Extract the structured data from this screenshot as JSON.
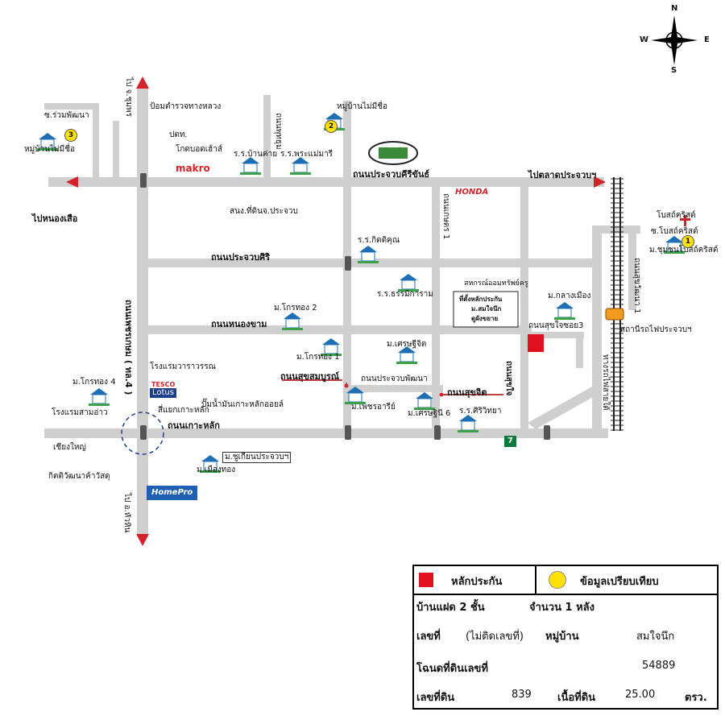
{
  "compass": {
    "n": "N",
    "s": "S",
    "e": "E",
    "w": "W"
  },
  "roads": {
    "prachuap_khiri_khan": "ถนนประจวบคีรีขันธ์",
    "prachuap_siri": "ถนนประจวบศิริ",
    "nong_kham": "ถนนหนองขาม",
    "kao_lak": "ถนนเกาะหลัก",
    "sukhumvit": "ถนนสุขจิต",
    "suk_somboon": "ถนนสุขสมบูรณ์",
    "prachuap_phatthana": "ถนนประจวบพัฒนา",
    "phetkasem": "ถนนเพชรเกษม ( ทล.4 )",
    "sukchai": "ถนนสุขใจ",
    "sukchai_soi3": "ถนนสุขใจซอย3",
    "to_ban_krut_road": "ถนนพุทธุม",
    "rail": "ทางรถไฟสายใต้",
    "soi_1": "ถนนเกษตร 1",
    "soi_2": "ถนนสุขวัฒนา 1"
  },
  "directions": {
    "north": "ไป จ.ชุมพร",
    "south": "ไป อ.หัวหิน",
    "east": "ไปตลาดประจวบฯ",
    "west": "ไปหนองเสือ"
  },
  "places": {
    "police": "ป้อมตำรวจทางหลวง",
    "ptt": "ปตท.",
    "warehouse": "โกดบอดเฮ้าส์",
    "makro": "makro",
    "school_banki": "ร.ร.บ้านค่าย",
    "school_pramae": "ร.ร.พระแม่มารี",
    "office": "สนง.ที่ดินจ.ประจวบ",
    "village_nochue_2": "หมู่บ้านไม่มีชื่อ",
    "village_nochue_3": "หมู่บ้านไม่มีชื่อ",
    "soi_ruam": "ซ.ร่วมพัฒนา",
    "school_kitkhun": "ร.ร.กิตติคุณ",
    "honda": "HONDA",
    "coop": "สหกรณ์ออมทรัพย์ครู",
    "church": "โบสถ์คริสต์",
    "soi_church": "ซ.โบสถ์คริสต์",
    "moo_church": "ม.ชุมชนโบสถ์คริสต์",
    "school_thammikaram": "ร.ร.ธรรมิการาม",
    "klang_muang": "ม.กลางเมือง",
    "krathong_2": "ม.โกรทอง 2",
    "krathong_1": "ม.โกรทอง 1",
    "setthi_jit": "ม.เศรษฐีจิต",
    "hotel_wararom": "โรงแรมวาราวรรณ",
    "tesco": "TESCO",
    "lotus": "Lotus",
    "krathong_4": "ม.โกรทอง 4",
    "hotel_samao": "โรงแรมสามอ่าว",
    "junction": "สี่แยกเกาะหลัก",
    "gas_station": "ปั๊มน้ำมันเกาะหลักออยล์",
    "phetcharari": "ม.เพชรอารีย์",
    "setthini": "ม.เศรษฐินี 6",
    "school_siri": "ร.ร.ศิริวิทยา",
    "station": "สถานีรถไฟประจวบฯ",
    "chiangyai": "เชียงใหญ่",
    "kitti": "กิตติวัฒนาค้าวัสดุ",
    "samut": "ม.ชูเกียนประจวบฯ",
    "muang_thong": "ม.เมืองทอง",
    "homepro": "HomePro",
    "seven": "7",
    "site_note_1": "ที่ตั้งหลักประกัน",
    "site_note_2": "ม.สมใจนึก",
    "site_note_3": "ดูผังขยาย",
    "badge_1": "1",
    "badge_2": "2",
    "badge_3": "3"
  },
  "legend": {
    "collateral": "หลักประกัน",
    "comparison": "ข้อมูลเปรียบเทียบ",
    "house_type": "บ้านแฝด 2 ชั้น",
    "count_label": "จำนวน 1 หลัง",
    "number_label": "เลขที่",
    "number_value": "(ไม่ติดเลขที่)",
    "village_label": "หมู่บ้าน",
    "village_value": "สมใจนึก",
    "deed_label": "โฉนดที่ดินเลขที่",
    "deed_value": "54889",
    "land_no_label": "เลขที่ดิน",
    "land_no_value": "839",
    "area_label": "เนื้อที่ดิน",
    "area_value": "25.00",
    "area_unit": "ตรว."
  }
}
